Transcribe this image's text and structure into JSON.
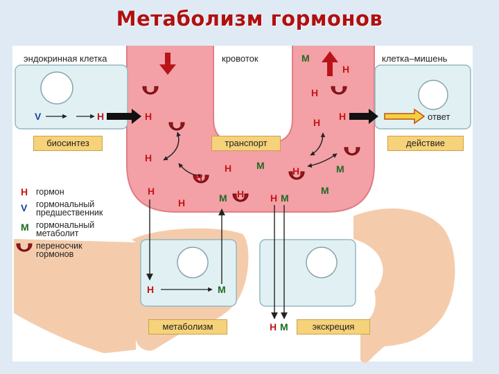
{
  "title": "Метаболизм гормонов",
  "labels": {
    "endocrine_cell": "эндокринная клетка",
    "bloodstream": "кровоток",
    "target_cell": "клетка–мишень",
    "response": "ответ"
  },
  "process_tags": {
    "biosynthesis": "биосинтез",
    "transport": "транспорт",
    "action": "действие",
    "metabolism": "метаболизм",
    "excretion": "экскреция"
  },
  "symbols": {
    "hormone": "Н",
    "precursor": "V",
    "metabolite": "М",
    "pair": "Н М"
  },
  "legend": {
    "hormone": "гормон",
    "precursor": "гормональный предшественник",
    "metabolite": "гормональный метаболит",
    "carrier": "переносчик гормонов"
  },
  "colors": {
    "title": "#b01010",
    "hormone": "#c41616",
    "metabolite": "#1d6b22",
    "precursor": "#1c3f9e",
    "blood": "#f3a0a6",
    "cell_fill": "#e1f1f3",
    "tag_fill": "#f6d27a",
    "organ": "#f4ccac"
  },
  "icons": [
    "down-arrow-icon",
    "up-arrow-icon",
    "hormone-carrier-icon",
    "response-arrow-icon"
  ]
}
